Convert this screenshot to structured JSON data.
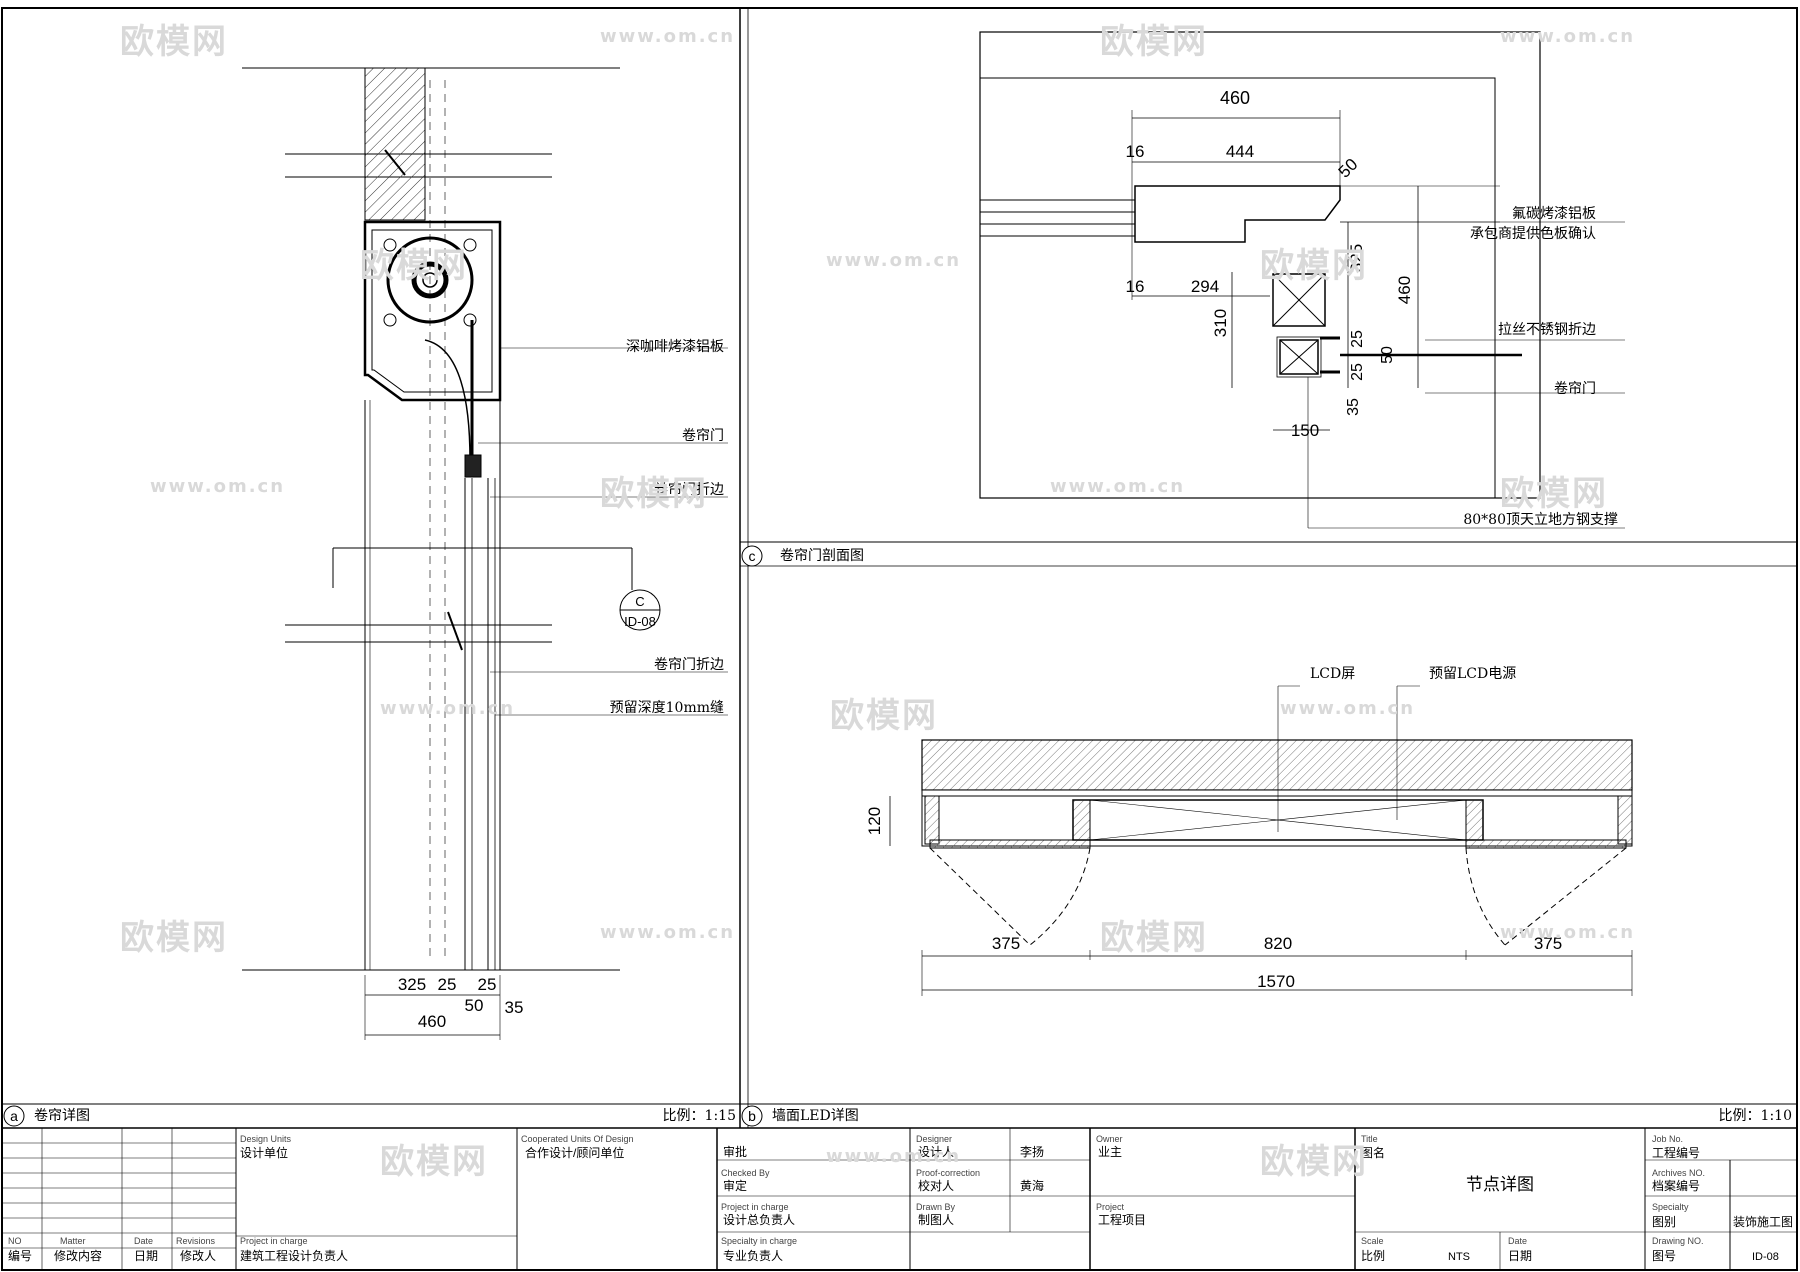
{
  "watermark": {
    "brand": "欧模网",
    "site": "www.om.cn"
  },
  "drawing_a": {
    "callouts": {
      "panel": "深咖啡烤漆铝板",
      "door": "卷帘门",
      "fold1": "卷帘门折边",
      "fold2": "卷帘门折边",
      "gap": "预留深度10mm缝"
    },
    "section_mark": {
      "letter": "C",
      "sheet": "ID-08"
    },
    "dims": {
      "d325": "325",
      "d25a": "25",
      "d25b": "25",
      "d50": "50",
      "d35": "35",
      "d460": "460"
    },
    "label": {
      "letter": "a",
      "title": "卷帘详图",
      "scale": "比例：1:15"
    }
  },
  "drawing_c": {
    "dims": {
      "top460": "460",
      "d16a": "16",
      "d444": "444",
      "d50diag": "50",
      "d325": "325",
      "d460v": "460",
      "d16b": "16",
      "d294": "294",
      "d310": "310",
      "d25a": "25",
      "d50": "50",
      "d25b": "25",
      "d35": "35",
      "d150": "150"
    },
    "callouts": {
      "panel1": "氟碳烤漆铝板",
      "panel2": "承包商提供色板确认",
      "steel_edge": "拉丝不锈钢折边",
      "door": "卷帘门",
      "support": "80*80顶天立地方钢支撑"
    },
    "label": {
      "letter": "c",
      "title": "卷帘门剖面图"
    }
  },
  "drawing_b": {
    "callouts": {
      "lcd": "LCD屏",
      "power": "预留LCD电源"
    },
    "dims": {
      "d120": "120",
      "d375a": "375",
      "d820": "820",
      "d375b": "375",
      "d1570": "1570"
    },
    "label": {
      "letter": "b",
      "title": "墙面LED详图",
      "scale": "比例：1:10"
    }
  },
  "title_block": {
    "rev_header": {
      "no_en": "NO",
      "no": "编号",
      "matter_en": "Matter",
      "matter": "修改内容",
      "date_en": "Date",
      "date": "日期",
      "rev_en": "Revisions",
      "rev": "修改人"
    },
    "design_units_en": "Design Units",
    "design_units": "设计单位",
    "project_incharge_en": "Project in charge",
    "project_incharge": "建筑工程设计负责人",
    "coop_en": "Cooperated Units Of Design",
    "coop": "合作设计/顾问单位",
    "approve": "审批",
    "checked_en": "Checked By",
    "checked": "审定",
    "proj_charge_en": "Project in charge",
    "proj_charge": "设计总负责人",
    "spec_charge_en": "Specialty in charge",
    "spec_charge": "专业负责人",
    "designer_en": "Designer",
    "designer": "设计人",
    "designer_name": "李扬",
    "proof_en": "Proof-correction",
    "proof": "校对人",
    "proof_name": "黄海",
    "drawn_en": "Drawn By",
    "drawn": "制图人",
    "owner_en": "Owner",
    "owner": "业主",
    "project_en": "Project",
    "project": "工程项目",
    "title_en": "Title",
    "title_cn": "图名",
    "title_value": "节点详图",
    "scale_en": "Scale",
    "scale_cn": "比例",
    "scale_value": "NTS",
    "date_en": "Date",
    "date_cn": "日期",
    "job_en": "Job No.",
    "job": "工程编号",
    "archives_en": "Archives NO.",
    "archives": "档案编号",
    "specialty_en": "Specialty",
    "specialty": "图别",
    "specialty_value": "装饰施工图",
    "drawing_no_en": "Drawing NO.",
    "drawing_no": "图号",
    "drawing_no_value": "ID-08"
  }
}
